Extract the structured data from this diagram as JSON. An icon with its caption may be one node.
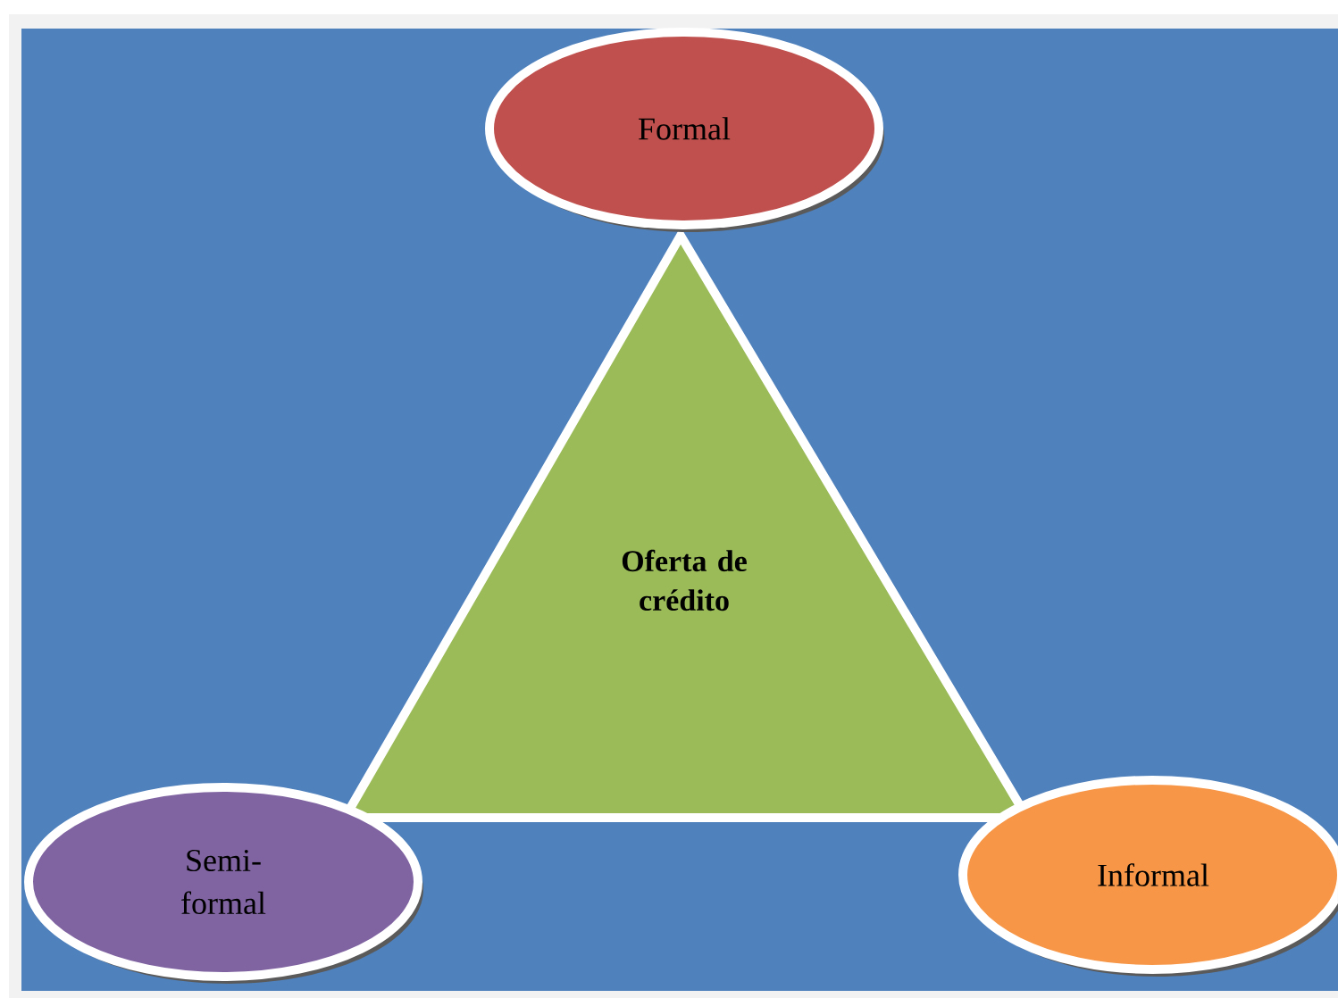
{
  "diagram": {
    "nodes": [
      {
        "text": [
          "Formal"
        ]
      },
      {
        "text": [
          "Oferta de crédito"
        ]
      },
      {
        "text": [
          "Semi- formal"
        ]
      },
      {
        "text": [
          "Informal"
        ]
      }
    ]
  }
}
